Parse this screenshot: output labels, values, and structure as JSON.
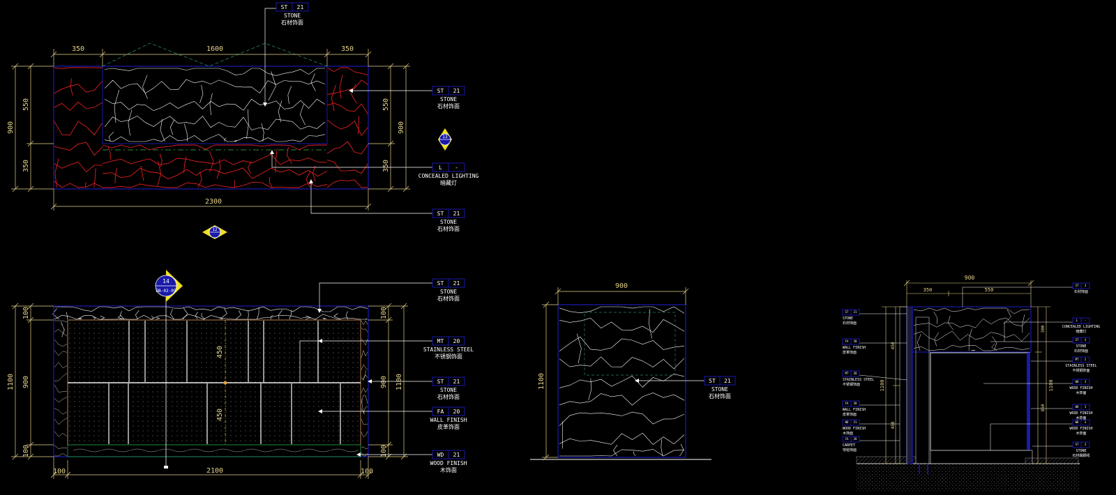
{
  "colors": {
    "background": "#000000",
    "dimension": "#e8d48a",
    "outline": "#1a1aa8",
    "stone_red": "#e02020",
    "stone_white": "#ffffff",
    "marker": "#f0e020",
    "base": "#1a8a3a",
    "section_marker": "#f0e020"
  },
  "plan": {
    "dims_top": [
      "350",
      "1600",
      "350"
    ],
    "dims_left": [
      "550",
      "350"
    ],
    "dim_left_total": "900",
    "dims_right": [
      "550",
      "350"
    ],
    "dim_right_total": "900",
    "dim_bottom": "2300",
    "tag_top": {
      "code": "ST",
      "num": "21",
      "en": "STONE",
      "cn": "石材饰面"
    },
    "tag_right1": {
      "code": "ST",
      "num": "21",
      "en": "STONE",
      "cn": "石材饰面"
    },
    "tag_light": {
      "code": "L",
      "num": "-",
      "en": "CONCEALED LIGHTING",
      "cn": "暗藏灯"
    },
    "tag_right3": {
      "code": "ST",
      "num": "21",
      "en": "STONE",
      "cn": "石材饰面"
    },
    "marker_right": "13",
    "marker_bottom": "12"
  },
  "front": {
    "marker": {
      "num": "14",
      "sheet": "DB-02-05"
    },
    "dims_left": [
      "100",
      "900",
      "100"
    ],
    "dim_left_total": "1100",
    "dims_right": [
      "100",
      "900",
      "100"
    ],
    "dim_right_total": "1100",
    "dims_bottom": [
      "100",
      "2100",
      "100"
    ],
    "dims_inner": [
      "450",
      "450"
    ],
    "tags": [
      {
        "code": "ST",
        "num": "21",
        "en": "STONE",
        "cn": "石材饰面"
      },
      {
        "code": "MT",
        "num": "20",
        "en": "STAINLESS STEEL",
        "cn": "不锈钢饰面"
      },
      {
        "code": "ST",
        "num": "21",
        "en": "STONE",
        "cn": "石材饰面"
      },
      {
        "code": "FA",
        "num": "20",
        "en": "WALL FINISH",
        "cn": "皮革饰面"
      },
      {
        "code": "WD",
        "num": "21",
        "en": "WOOD FINISH",
        "cn": "木饰面"
      }
    ]
  },
  "side": {
    "dim_top": "900",
    "dim_left": "1100",
    "tag": {
      "code": "ST",
      "num": "21",
      "en": "STONE",
      "cn": "石材饰面"
    }
  },
  "section": {
    "dim_top": "900",
    "dims_top2": [
      "350",
      "550"
    ],
    "dim_left": "1100",
    "dim_right": "1100",
    "dims_left_inner": [
      "450",
      "450"
    ],
    "dims_right_inner": [
      "300",
      "850"
    ],
    "tags_left": [
      {
        "code": "ST",
        "num": "21",
        "en": "STONE",
        "cn": "石材饰面"
      },
      {
        "code": "FA",
        "num": "20",
        "en": "WALL FINISH",
        "cn": "皮革饰面"
      },
      {
        "code": "MT",
        "num": "20",
        "en": "STAINLESS STEEL",
        "cn": "不锈钢饰面"
      },
      {
        "code": "FA",
        "num": "20",
        "en": "WALL FINISH",
        "cn": "皮革饰面"
      },
      {
        "code": "WD",
        "num": "21",
        "en": "WOOD FINISH",
        "cn": "木饰面"
      },
      {
        "code": "CA",
        "num": "20",
        "en": "CARPET",
        "cn": "地毯饰面"
      }
    ],
    "tags_right": [
      {
        "code": "ST",
        "num": "3",
        "en": "",
        "cn": "石材饰面"
      },
      {
        "code": "L",
        "num": "-",
        "en": "CONCEALED LIGHTING",
        "cn": "暗藏灯"
      },
      {
        "code": "ST",
        "num": "3",
        "en": "STONE",
        "cn": "石材饰面"
      },
      {
        "code": "MT",
        "num": "1",
        "en": "STAINLESS STEEL",
        "cn": "不锈钢饰面"
      },
      {
        "code": "WD",
        "num": "3",
        "en": "WOOD FINISH",
        "cn": "木饰面"
      },
      {
        "code": "WD",
        "num": "3",
        "en": "WOOD FINISH",
        "cn": "木饰面"
      },
      {
        "code": "WD",
        "num": "3",
        "en": "WOOD FINISH",
        "cn": "木饰面"
      },
      {
        "code": "ST",
        "num": "3",
        "en": "STONE",
        "cn": "石材踢脚线"
      }
    ]
  }
}
